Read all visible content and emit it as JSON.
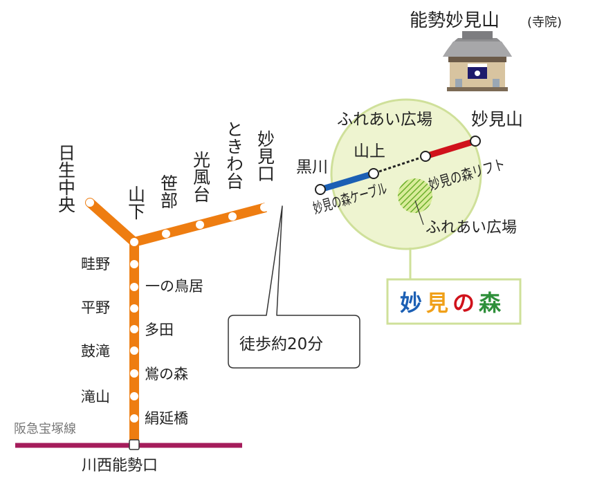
{
  "header": {
    "temple_name": "能勢妙見山",
    "temple_note": "(寺院)"
  },
  "lines": {
    "hankyu": {
      "name": "阪急宝塚線",
      "color": "#a51c5b"
    },
    "nose_railway": {
      "color": "#ee7d11"
    },
    "cable": {
      "color": "#1b5fb4"
    },
    "lift": {
      "color": "#d0121b"
    }
  },
  "stations": {
    "kawanishi": "川西能勢口",
    "kinunobebashi": "絹延橋",
    "takiyama": "滝山",
    "uguisunomori": "鴬の森",
    "tsuzumigataki": "鼓滝",
    "tada": "多田",
    "hirano": "平野",
    "ichinotorii": "一の鳥居",
    "unebino": "畦野",
    "yamashita": "山下",
    "nissei_chuo": "日生中央",
    "sasabe": "笹部",
    "kofudai": "光風台",
    "tokiwadai": "ときわ台",
    "myokenguchi": "妙見口"
  },
  "walk_callout": "徒歩約20分",
  "mountain": {
    "kurokawa": "黒川",
    "yamanoue": "山上",
    "fureai_top": "ふれあい広場",
    "myokensan": "妙見山",
    "cable_label": "妙見の森ケーブル",
    "lift_label": "妙見の森リフト",
    "fureai_area": "ふれあい広場",
    "circle_fill": "#eef4d0",
    "circle_stroke": "#cfe09a"
  },
  "brand": {
    "chars": [
      "妙",
      "見",
      "の",
      "森"
    ],
    "colors": [
      "#1b5fb4",
      "#f0a019",
      "#d0121b",
      "#2e8f3a"
    ]
  }
}
